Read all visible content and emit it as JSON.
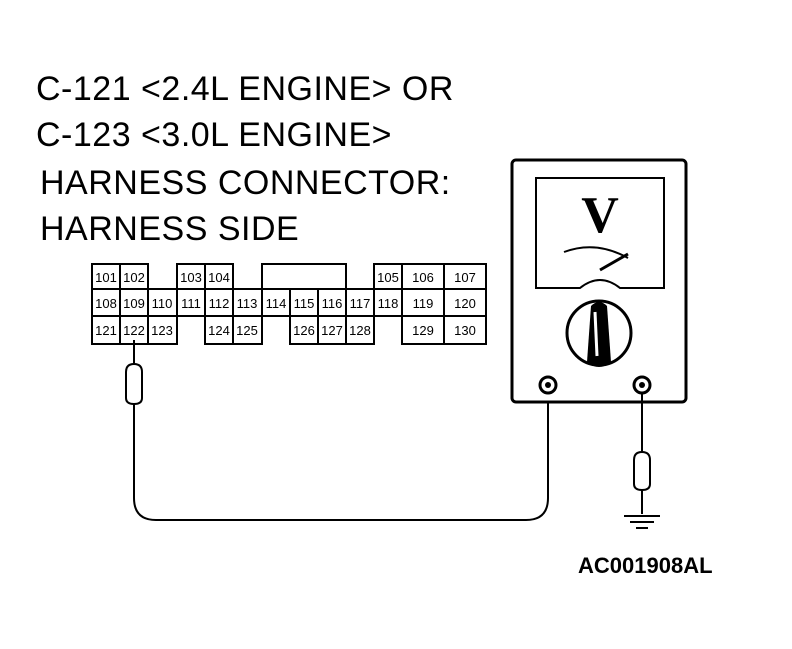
{
  "title": {
    "line1": "C-121 <2.4L ENGINE> OR",
    "line2": "C-123 <3.0L ENGINE>",
    "line3": "HARNESS CONNECTOR:",
    "line4": "HARNESS SIDE"
  },
  "meter": {
    "display_symbol": "V"
  },
  "connector": {
    "rows": [
      [
        "101",
        "102",
        "103",
        "104",
        "105",
        "106",
        "107"
      ],
      [
        "108",
        "109",
        "110",
        "111",
        "112",
        "113",
        "114",
        "115",
        "116",
        "117",
        "118",
        "119",
        "120"
      ],
      [
        "121",
        "122",
        "123",
        "124",
        "125",
        "126",
        "127",
        "128",
        "129",
        "130"
      ]
    ],
    "probed_pin": "122"
  },
  "figure_id": "AC001908AL"
}
